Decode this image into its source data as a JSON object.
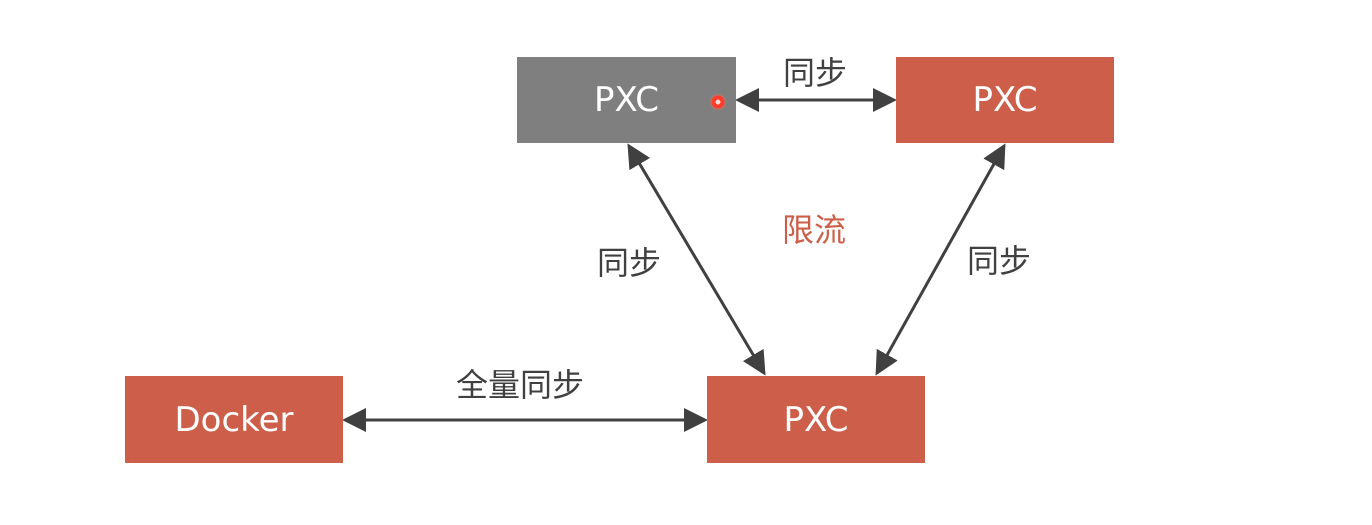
{
  "nodes": {
    "top_left": "PXC",
    "top_right": "PXC",
    "bottom": "PXC",
    "docker": "Docker"
  },
  "labels": {
    "sync_top": "同步",
    "sync_left": "同步",
    "sync_right": "同步",
    "full_sync": "全量同步",
    "throttle": "限流"
  },
  "colors": {
    "node_primary": "#cd5f4a",
    "node_disabled": "#7f7f7f",
    "edge": "#404040",
    "throttle_text": "#cd5f4a"
  }
}
